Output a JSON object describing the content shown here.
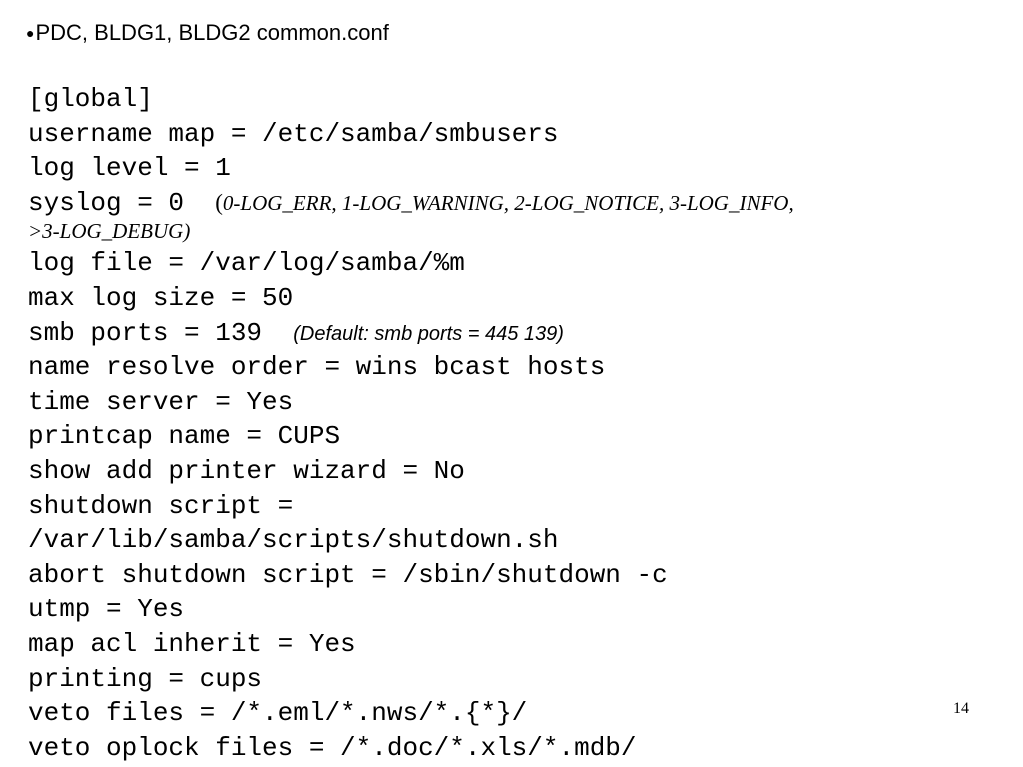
{
  "slide": {
    "heading": {
      "bullet": "●",
      "text": "PDC, BLDG1, BLDG2 common.conf"
    },
    "config_lines": {
      "l0": "[global]",
      "l1": "username map = /etc/samba/smbusers",
      "l2": "log level = 1",
      "l3": "syslog = 0",
      "l3_note_paren": "(",
      "l3_note": "0-LOG_ERR, 1-LOG_WARNING, 2-LOG_NOTICE, 3-LOG_INFO,",
      "l3_note_cont": ">3-LOG_DEBUG)",
      "l4": "log file = /var/log/samba/%m",
      "l5": "max log size = 50",
      "l6": "smb ports = 139",
      "l6_note": "(Default: smb ports = 445 139)",
      "l7": "name resolve order = wins bcast hosts",
      "l8": "time server = Yes",
      "l9": "printcap name = CUPS",
      "l10": "show add printer wizard = No",
      "l11": "shutdown script =",
      "l12": "/var/lib/samba/scripts/shutdown.sh",
      "l13": "abort shutdown script = /sbin/shutdown -c",
      "l14": "utmp = Yes",
      "l15": "map acl inherit = Yes",
      "l16": "printing = cups",
      "l17": "veto files = /*.eml/*.nws/*.{*}/",
      "l18": "veto oplock files = /*.doc/*.xls/*.mdb/"
    },
    "page_number": "14"
  }
}
